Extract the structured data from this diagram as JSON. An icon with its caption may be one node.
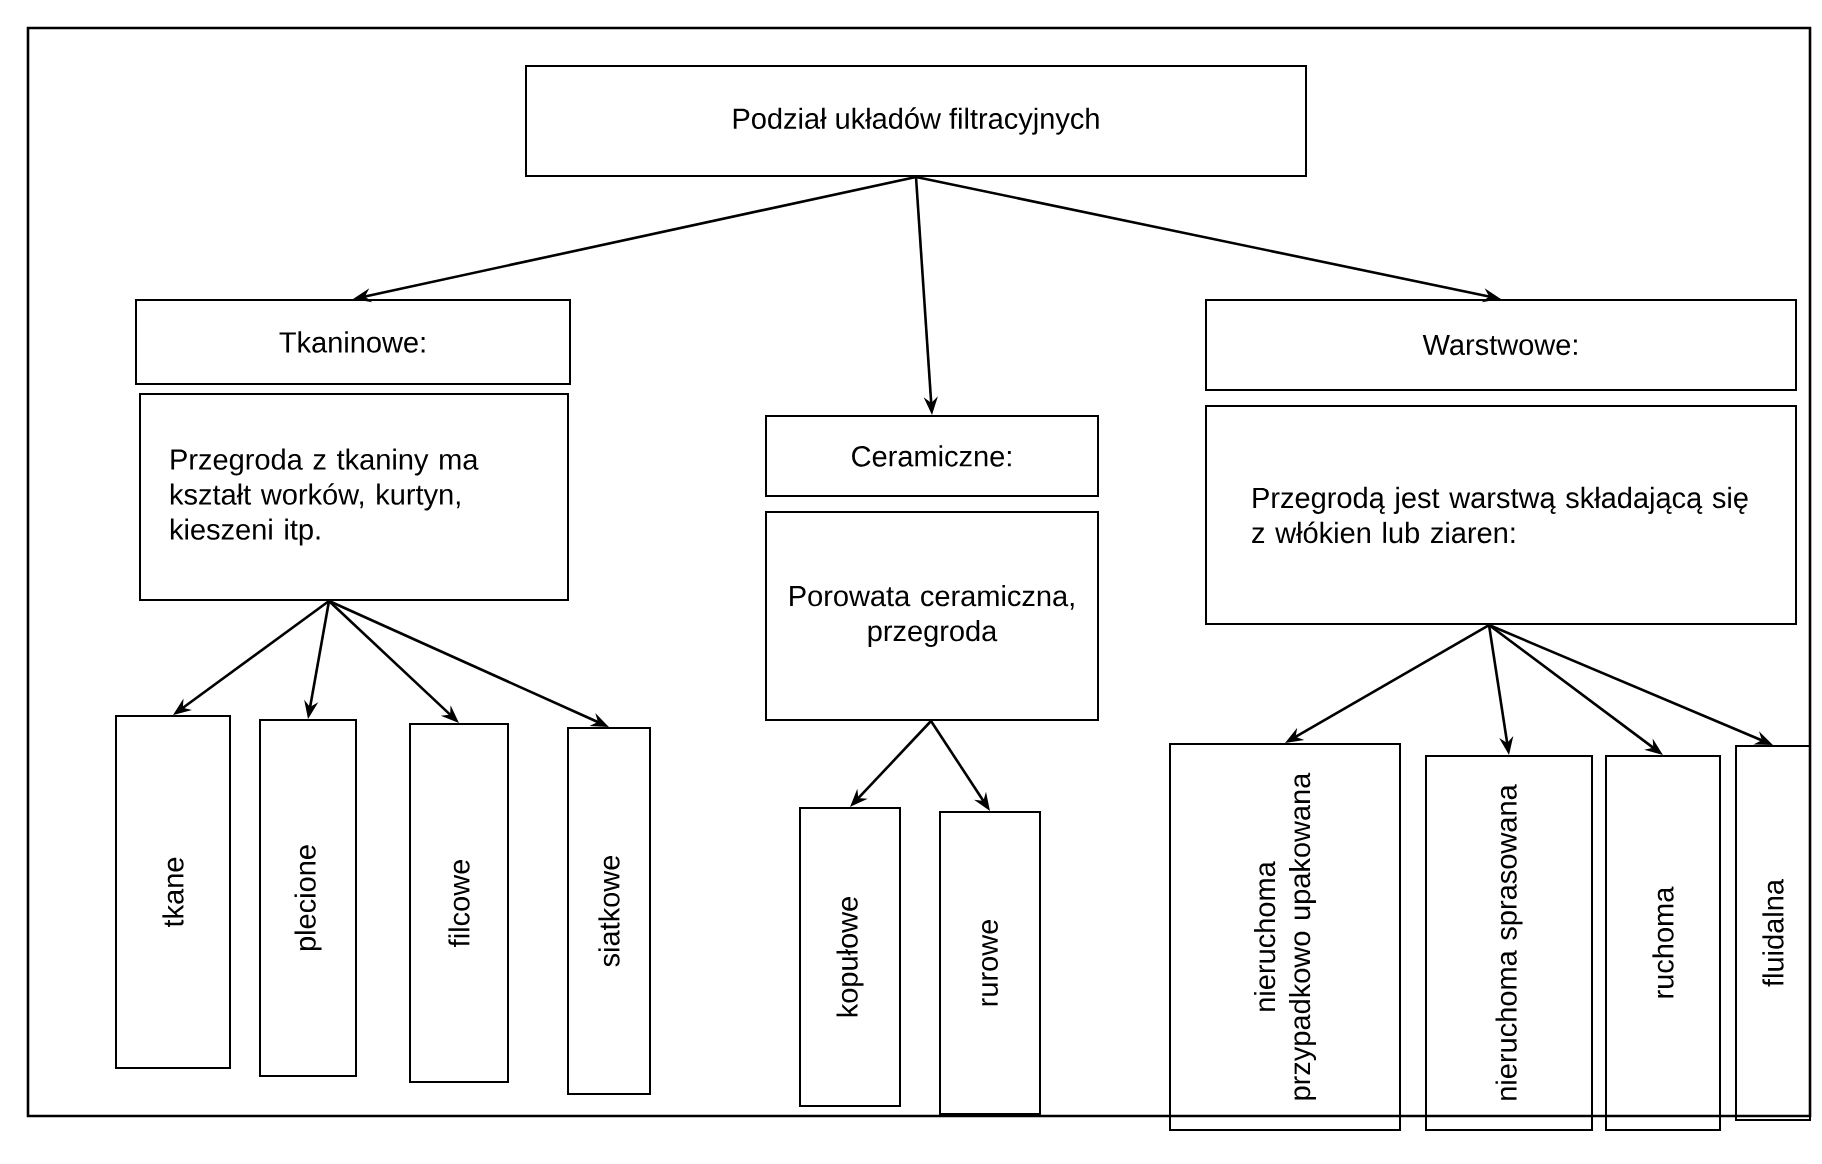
{
  "diagram": {
    "nodes": [
      {
        "text": [
          "Podział układów filtracyjnych"
        ]
      },
      {
        "text": [
          "Tkaninowe:"
        ]
      },
      {
        "text": [
          "Przegroda z tkaniny ma kształt worków, kurtyn, kieszeni itp."
        ]
      },
      {
        "text": [
          "Ceramiczne:"
        ]
      },
      {
        "text": [
          "Porowata ceramiczna, przegroda"
        ]
      },
      {
        "text": [
          "Warstwowe:"
        ]
      },
      {
        "text": [
          "Przegrodą jest warstwą składającą się z włókien lub ziaren:"
        ]
      },
      {
        "text": [
          "tkane"
        ]
      },
      {
        "text": [
          "plecione"
        ]
      },
      {
        "text": [
          "filcowe"
        ]
      },
      {
        "text": [
          "siatkowe"
        ]
      },
      {
        "text": [
          "kopułowe"
        ]
      },
      {
        "text": [
          "rurowe"
        ]
      },
      {
        "text": [
          "nieruchoma przypadkowo upakowana"
        ]
      },
      {
        "text": [
          "nieruchoma sprasowana"
        ]
      },
      {
        "text": [
          "ruchoma"
        ]
      },
      {
        "text": [
          "fluidalna"
        ]
      }
    ],
    "edges": [
      {
        "from": 0,
        "to": 1,
        "arrow": "to"
      },
      {
        "from": 0,
        "to": 3,
        "arrow": "to"
      },
      {
        "from": 0,
        "to": 5,
        "arrow": "to"
      },
      {
        "from": 2,
        "to": 7,
        "arrow": "to"
      },
      {
        "from": 2,
        "to": 8,
        "arrow": "to"
      },
      {
        "from": 2,
        "to": 9,
        "arrow": "to"
      },
      {
        "from": 2,
        "to": 10,
        "arrow": "to"
      },
      {
        "from": 4,
        "to": 11,
        "arrow": "to"
      },
      {
        "from": 4,
        "to": 12,
        "arrow": "to"
      },
      {
        "from": 6,
        "to": 13,
        "arrow": "to"
      },
      {
        "from": 6,
        "to": 14,
        "arrow": "to"
      },
      {
        "from": 6,
        "to": 15,
        "arrow": "to"
      },
      {
        "from": 6,
        "to": 16,
        "arrow": "to"
      }
    ]
  }
}
